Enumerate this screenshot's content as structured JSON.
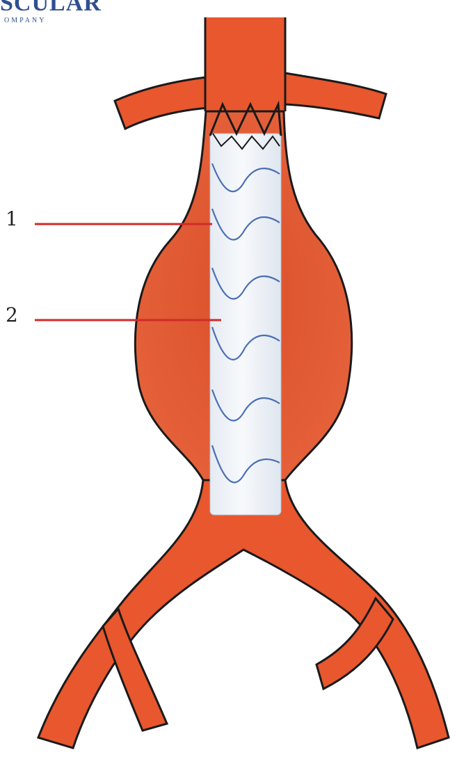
{
  "brand": {
    "name": "SCULAR",
    "sub": "OMPANY"
  },
  "labels": [
    {
      "id": "1",
      "text": "1"
    },
    {
      "id": "2",
      "text": "2"
    }
  ],
  "colors": {
    "vessel": "#e8572e",
    "vessel_dark": "#c94422",
    "outline": "#1a1a1a",
    "graft": "#eef2f7",
    "stent": "#4a6fb5",
    "leader": "#d12a2a",
    "brand": "#2f4f8f"
  }
}
